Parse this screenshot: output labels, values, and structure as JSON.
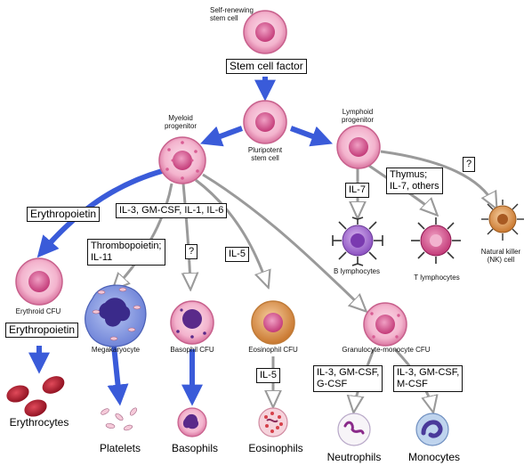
{
  "cells": {
    "stem_cell": "Self-renewing\nstem cell",
    "myeloid": "Myeloid\nprogenitor",
    "pluripotent": "Pluripotent\nstem cell",
    "lymphoid": "Lymphoid\nprogenitor",
    "b_lymph": "B lymphocytes",
    "t_lymph": "T lymphocytes",
    "nk": "Natural killer\n(NK) cell",
    "erythroid_cfu": "Erythroid CFU",
    "megakaryocyte": "Megakaryocyte",
    "basophil_cfu": "Basophil CFU",
    "eosinophil_cfu": "Eosinophil CFU",
    "gm_cfu": "Granulocyte-monocyte CFU"
  },
  "factors": {
    "stem_cell_factor": "Stem cell factor",
    "erythropoietin_top": "Erythropoietin",
    "il_multi": "IL-3, GM-CSF, IL-1, IL-6",
    "il7": "IL-7",
    "thymus": "Thymus;\nIL-7, others",
    "nk_unknown": "?",
    "thrombopoietin": "Thrombopoietin;\nIL-11",
    "basophil_unknown": "?",
    "il5_top": "IL-5",
    "erythropoietin_bottom": "Erythropoietin",
    "il5_bottom": "IL-5",
    "neutrophil_factors": "IL-3, GM-CSF,\nG-CSF",
    "monocyte_factors": "IL-3, GM-CSF,\nM-CSF"
  },
  "products": {
    "erythrocytes": "Erythrocytes",
    "platelets": "Platelets",
    "basophils": "Basophils",
    "eosinophils": "Eosinophils",
    "neutrophils": "Neutrophils",
    "monocytes": "Monocytes"
  },
  "colors": {
    "blue_arrow": "#3a5bd9",
    "outline_arrow": "#9a9a9a",
    "cell_pink": "#e58fb4",
    "nucleus_pink": "#d4478a"
  }
}
